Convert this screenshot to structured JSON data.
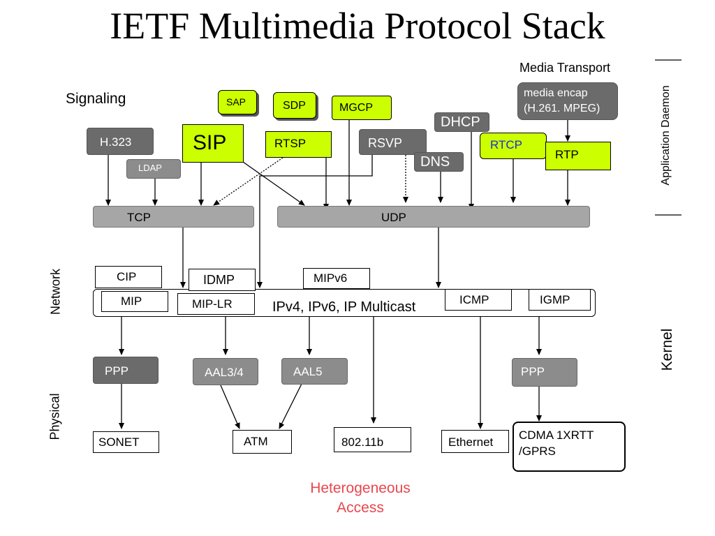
{
  "title": "IETF Multimedia Protocol Stack",
  "labels": {
    "signaling": "Signaling",
    "media_transport": "Media Transport",
    "application_daemon": "Application Daemon",
    "kernel": "Kernel",
    "network": "Network",
    "physical": "Physical",
    "heterogeneous_line1": "Heterogeneous",
    "heterogeneous_line2": "Access"
  },
  "boxes": {
    "sap": "SAP",
    "sdp": "SDP",
    "mgcp": "MGCP",
    "dhcp": "DHCP",
    "media_encap_line1": "media encap",
    "media_encap_line2": "(H.261. MPEG)",
    "h323": "H.323",
    "sip": "SIP",
    "rtsp": "RTSP",
    "rsvp": "RSVP",
    "dns": "DNS",
    "rtcp": "RTCP",
    "rtp": "RTP",
    "ldap": "LDAP",
    "tcp": "TCP",
    "udp": "UDP",
    "cip": "CIP",
    "idmp": "IDMP",
    "mipv6": "MIPv6",
    "mip": "MIP",
    "mip_lr": "MIP-LR",
    "ip_layer": "IPv4, IPv6, IP Multicast",
    "icmp": "ICMP",
    "igmp": "IGMP",
    "ppp_left": "PPP",
    "aal34": "AAL3/4",
    "aal5": "AAL5",
    "ppp_right": "PPP",
    "sonet": "SONET",
    "atm": "ATM",
    "wlan": "802.11b",
    "ethernet": "Ethernet",
    "cdma_line1": "CDMA 1XRTT",
    "cdma_line2": "/GPRS"
  },
  "colors": {
    "accent_yellow": "#ccff00",
    "dark_gray": "#6b6b6b",
    "mid_gray": "#8c8c8c",
    "light_gray": "#a6a6a6",
    "access_red": "#e8474f",
    "rtcp_blue": "#1a2fd6"
  }
}
